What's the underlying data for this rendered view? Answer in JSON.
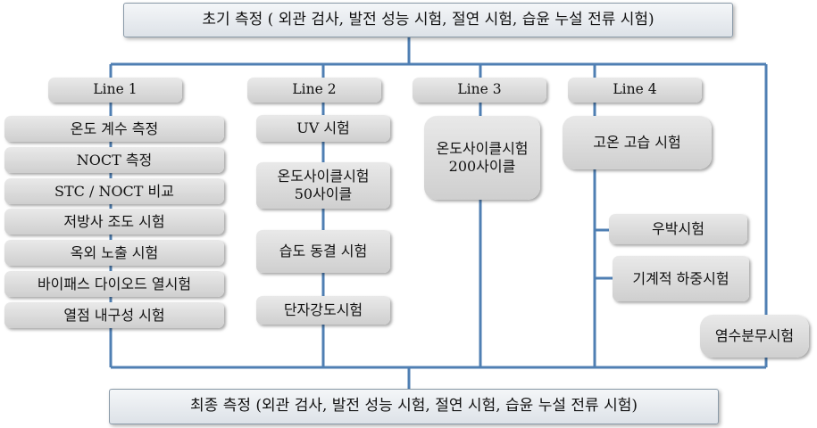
{
  "colors": {
    "connector": "#4f7fb3",
    "box_fill": "#d9d9d9"
  },
  "initial": "초기 측정 ( 외관 검사, 발전 성능 시험, 절연 시험, 습윤 누설 전류 시험)",
  "final": "최종  측정 (외관 검사, 발전 성능 시험, 절연 시험, 습윤 누설 전류 시험)",
  "lines": [
    {
      "label": "Line 1",
      "tests": [
        "온도 계수 측정",
        "NOCT 측정",
        "STC / NOCT 비교",
        "저방사 조도 시험",
        "옥외 노출 시험",
        "바이패스 다이오드 열시험",
        "열점 내구성 시험"
      ]
    },
    {
      "label": "Line 2",
      "tests": [
        "UV 시험",
        "온도사이클시험\n50사이클",
        "습도 동결 시험",
        "단자강도시험"
      ]
    },
    {
      "label": "Line 3",
      "tests": [
        "온도사이클시험\n200사이클"
      ]
    },
    {
      "label": "Line 4",
      "tests": [
        "고온 고습 시험",
        "우박시험",
        "기계적 하중시험"
      ]
    }
  ],
  "extra_test": "염수분무시험"
}
